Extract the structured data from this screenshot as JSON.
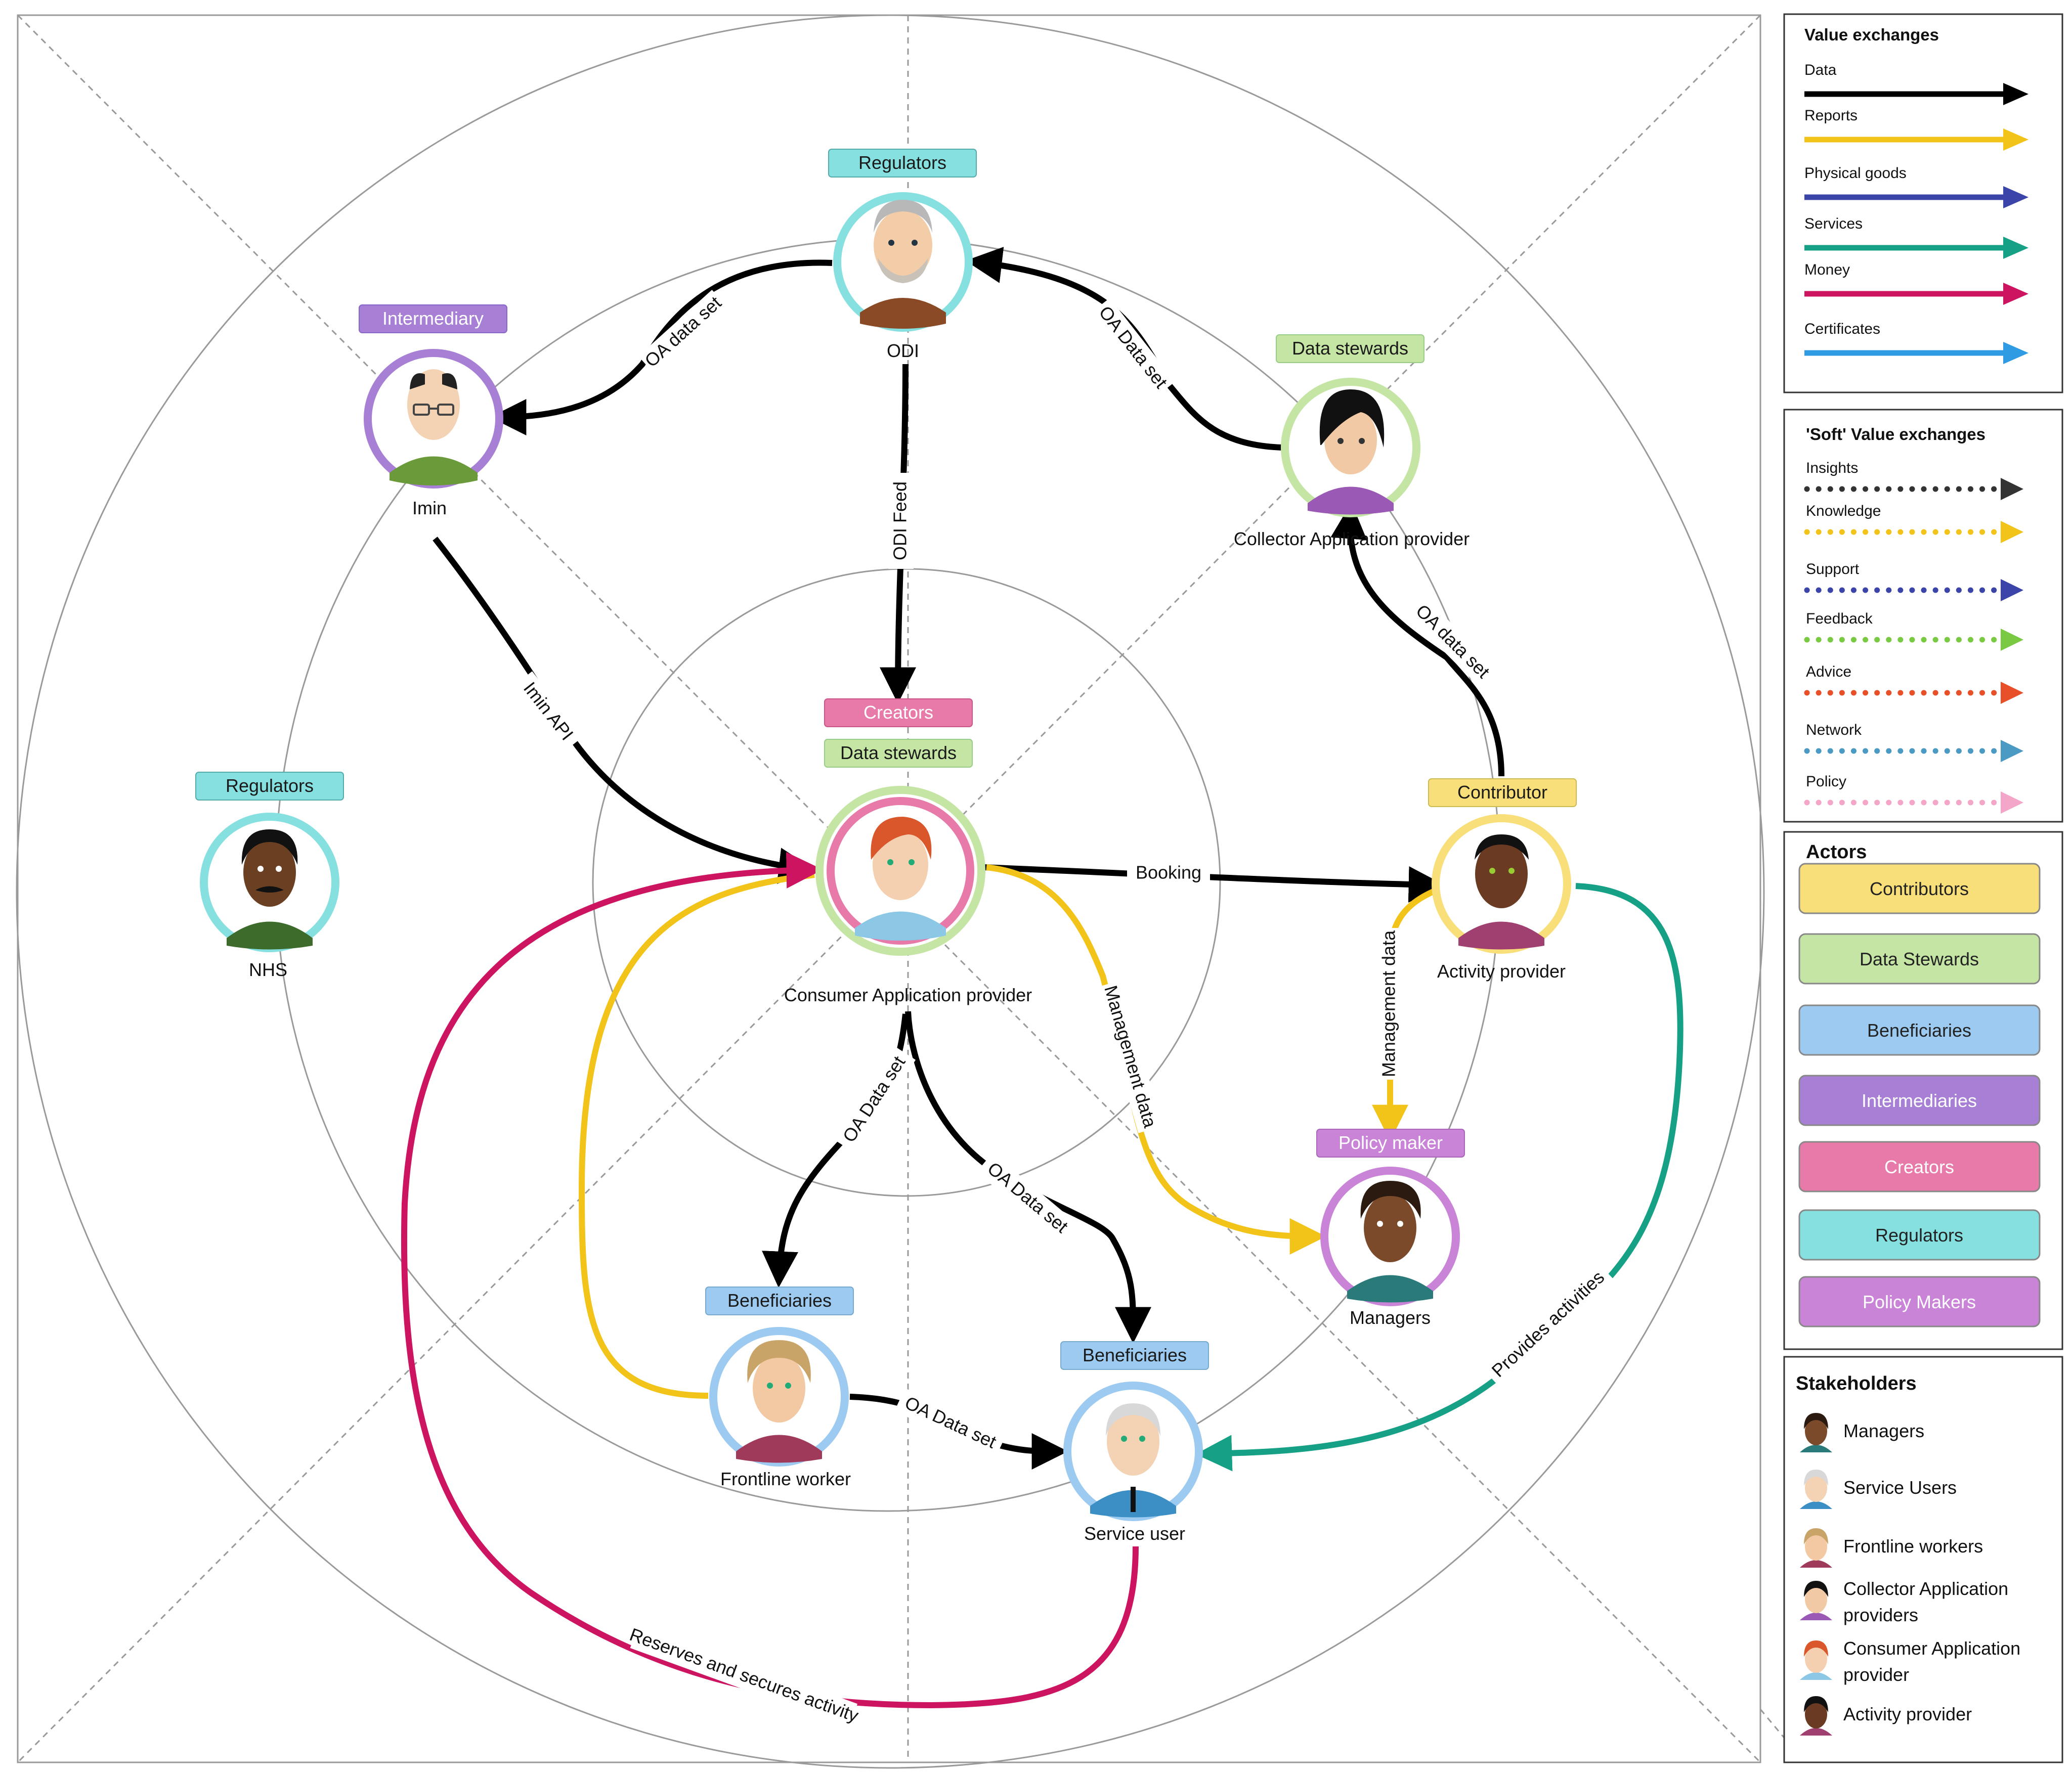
{
  "colors": {
    "data": "#000000",
    "reports": "#f2c318",
    "physical_goods": "#3b44a8",
    "services": "#16a085",
    "money": "#cc1461",
    "certificates": "#2e9be3",
    "regulators_tag": "#86e0e0",
    "intermediary_tag": "#a77fd4",
    "stewards_tag": "#c5e5a5",
    "creators_tag": "#e77aa9",
    "contributor_tag": "#f8df7a",
    "beneficiaries_tag": "#9ccaf0",
    "policy_tag": "#c984d8"
  },
  "nodes": {
    "odi": {
      "name": "ODI",
      "tag": "Regulators",
      "ring": "regulators",
      "icon": "old-man-avatar-icon"
    },
    "imin": {
      "name": "Imin",
      "tag": "Intermediary",
      "ring": "intermediary",
      "icon": "bald-man-glasses-avatar-icon"
    },
    "collector": {
      "name": "Collector Application provider",
      "tag": "Data stewards",
      "ring": "stewards",
      "icon": "dark-hair-man-avatar-icon"
    },
    "nhs": {
      "name": "NHS",
      "tag": "Regulators",
      "ring": "regulators",
      "icon": "mustache-man-avatar-icon"
    },
    "consumer": {
      "name": "Consumer Application provider",
      "tag1": "Creators",
      "tag2": "Data stewards",
      "icon": "red-hair-man-avatar-icon"
    },
    "activity": {
      "name": "Activity provider",
      "tag": "Contributor",
      "ring": "contributor",
      "icon": "dark-skin-man-avatar-icon"
    },
    "policy": {
      "name": "Managers",
      "tag": "Policy maker",
      "ring": "policy",
      "icon": "curly-hair-man-avatar-icon"
    },
    "frontline": {
      "name": "Frontline worker",
      "tag": "Beneficiaries",
      "ring": "beneficiaries",
      "icon": "blond-man-avatar-icon"
    },
    "service": {
      "name": "Service user",
      "tag": "Beneficiaries",
      "ring": "beneficiaries",
      "icon": "elderly-man-avatar-icon"
    }
  },
  "edges": [
    {
      "id": "odi-imin",
      "label": "OA data set",
      "type": "data"
    },
    {
      "id": "collector-odi",
      "label": "OA Data set",
      "type": "data"
    },
    {
      "id": "odi-consumer",
      "label": "ODI Feed",
      "type": "data"
    },
    {
      "id": "imin-consumer",
      "label": "Imin API",
      "type": "data"
    },
    {
      "id": "activity-collector",
      "label": "OA data set",
      "type": "data"
    },
    {
      "id": "consumer-activity",
      "label": "Booking",
      "type": "data"
    },
    {
      "id": "activity-policy",
      "label": "Management data",
      "type": "reports"
    },
    {
      "id": "consumer-policy",
      "label": "Management data",
      "type": "reports"
    },
    {
      "id": "consumer-frontline",
      "label": "OA Data set",
      "type": "data"
    },
    {
      "id": "consumer-service",
      "label": "OA Data set",
      "type": "data"
    },
    {
      "id": "frontline-service",
      "label": "OA Data set",
      "type": "data"
    },
    {
      "id": "activity-service",
      "label": "Provides activities",
      "type": "services"
    },
    {
      "id": "service-consumer",
      "label": "Reserves and secures activity",
      "type": "money"
    },
    {
      "id": "frontline-consumer",
      "label": "",
      "type": "reports"
    }
  ],
  "legend": {
    "value_exchanges": {
      "title": "Value exchanges",
      "items": [
        {
          "label": "Data",
          "color": "#000000"
        },
        {
          "label": "Reports",
          "color": "#f2c318"
        },
        {
          "label": "Physical goods",
          "color": "#3b44a8"
        },
        {
          "label": "Services",
          "color": "#16a085"
        },
        {
          "label": "Money",
          "color": "#cc1461"
        },
        {
          "label": "Certificates",
          "color": "#2e9be3"
        }
      ]
    },
    "soft": {
      "title": "'Soft' Value exchanges",
      "items": [
        {
          "label": "Insights",
          "color": "#333333"
        },
        {
          "label": "Knowledge",
          "color": "#f2c318"
        },
        {
          "label": "Support",
          "color": "#3b44a8"
        },
        {
          "label": "Feedback",
          "color": "#7ac943"
        },
        {
          "label": "Advice",
          "color": "#e8502a"
        },
        {
          "label": "Network",
          "color": "#4a9ac4"
        },
        {
          "label": "Policy",
          "color": "#f4a6c8"
        }
      ]
    },
    "actors": {
      "title": "Actors",
      "items": [
        {
          "label": "Contributors",
          "color": "#f8df7a",
          "text": "#222222"
        },
        {
          "label": "Data Stewards",
          "color": "#c5e5a5",
          "text": "#222222"
        },
        {
          "label": "Beneficiaries",
          "color": "#9ccaf0",
          "text": "#222222"
        },
        {
          "label": "Intermediaries",
          "color": "#a77fd4",
          "text": "#ffffff"
        },
        {
          "label": "Creators",
          "color": "#e77aa9",
          "text": "#ffffff"
        },
        {
          "label": "Regulators",
          "color": "#86e0e0",
          "text": "#222222"
        },
        {
          "label": "Policy Makers",
          "color": "#c984d8",
          "text": "#ffffff"
        }
      ]
    },
    "stakeholders": {
      "title": "Stakeholders",
      "items": [
        {
          "label": "Managers",
          "icon": "curly-hair-man-avatar-icon"
        },
        {
          "label": "Service Users",
          "icon": "elderly-man-avatar-icon"
        },
        {
          "label": "Frontline workers",
          "icon": "blond-man-avatar-icon"
        },
        {
          "label": "Collector Application providers",
          "line1": "Collector Application",
          "line2": "providers",
          "icon": "dark-hair-man-avatar-icon"
        },
        {
          "label": "Consumer Application provider",
          "line1": "Consumer Application",
          "line2": "provider",
          "icon": "red-hair-man-avatar-icon"
        },
        {
          "label": "Activity provider",
          "icon": "dark-skin-man-avatar-icon"
        }
      ]
    }
  }
}
